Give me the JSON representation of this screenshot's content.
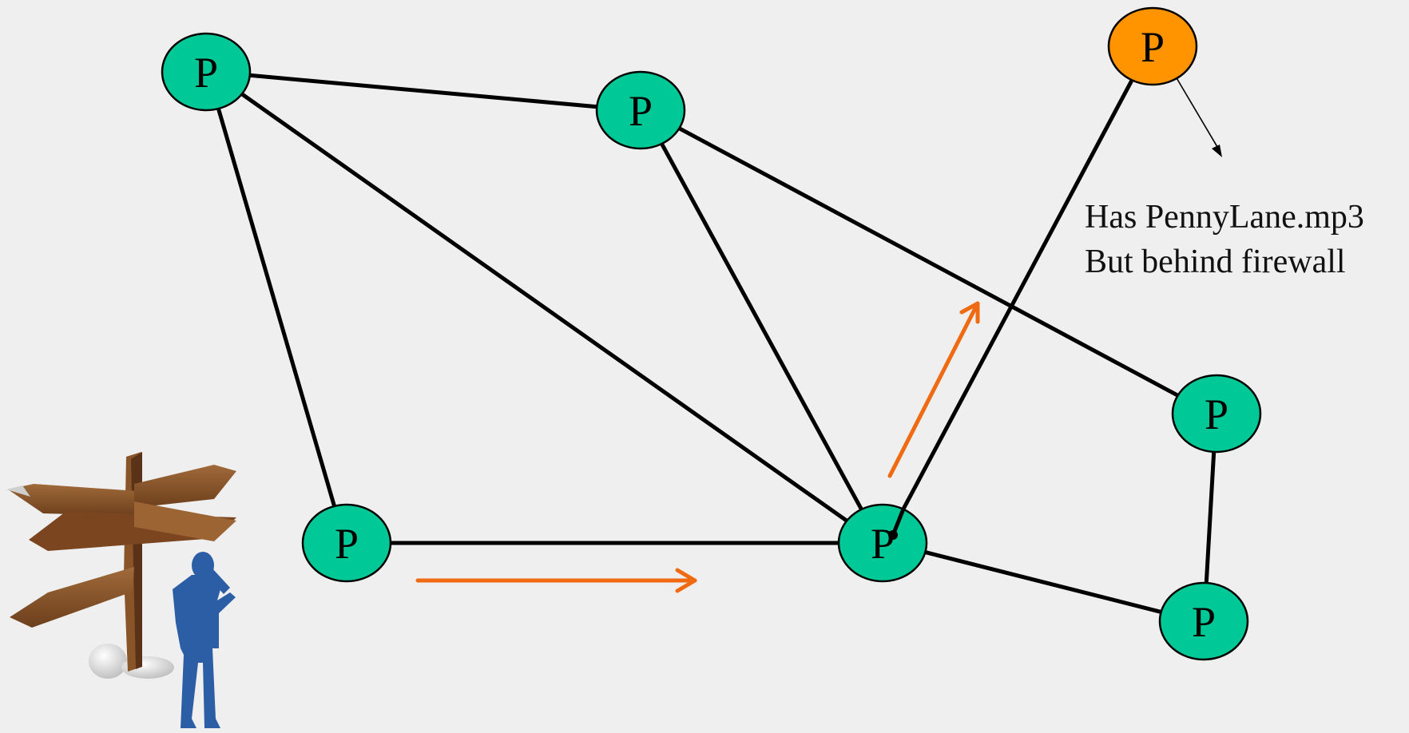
{
  "colors": {
    "background": "#efefef",
    "peer": "#00c896",
    "firewalled_peer": "#ff9400",
    "edge": "#000000",
    "query_arrow": "#f06a12"
  },
  "nodes": [
    {
      "id": "n1",
      "label": "P"
    },
    {
      "id": "n2",
      "label": "P"
    },
    {
      "id": "n3",
      "label": "P",
      "firewalled": true
    },
    {
      "id": "n4",
      "label": "P"
    },
    {
      "id": "n5",
      "label": "P"
    },
    {
      "id": "n6",
      "label": "P"
    },
    {
      "id": "n7",
      "label": "P"
    }
  ],
  "edges": [
    [
      "n1",
      "n2"
    ],
    [
      "n1",
      "n6"
    ],
    [
      "n1",
      "n5"
    ],
    [
      "n2",
      "n6"
    ],
    [
      "n2",
      "n4"
    ],
    [
      "n3",
      "n6"
    ],
    [
      "n5",
      "n6"
    ],
    [
      "n6",
      "n7"
    ],
    [
      "n4",
      "n7"
    ]
  ],
  "note": {
    "lines": [
      "Has PennyLane.mp3",
      "But behind firewall"
    ]
  },
  "icons": [
    "signpost-icon",
    "person-icon"
  ]
}
